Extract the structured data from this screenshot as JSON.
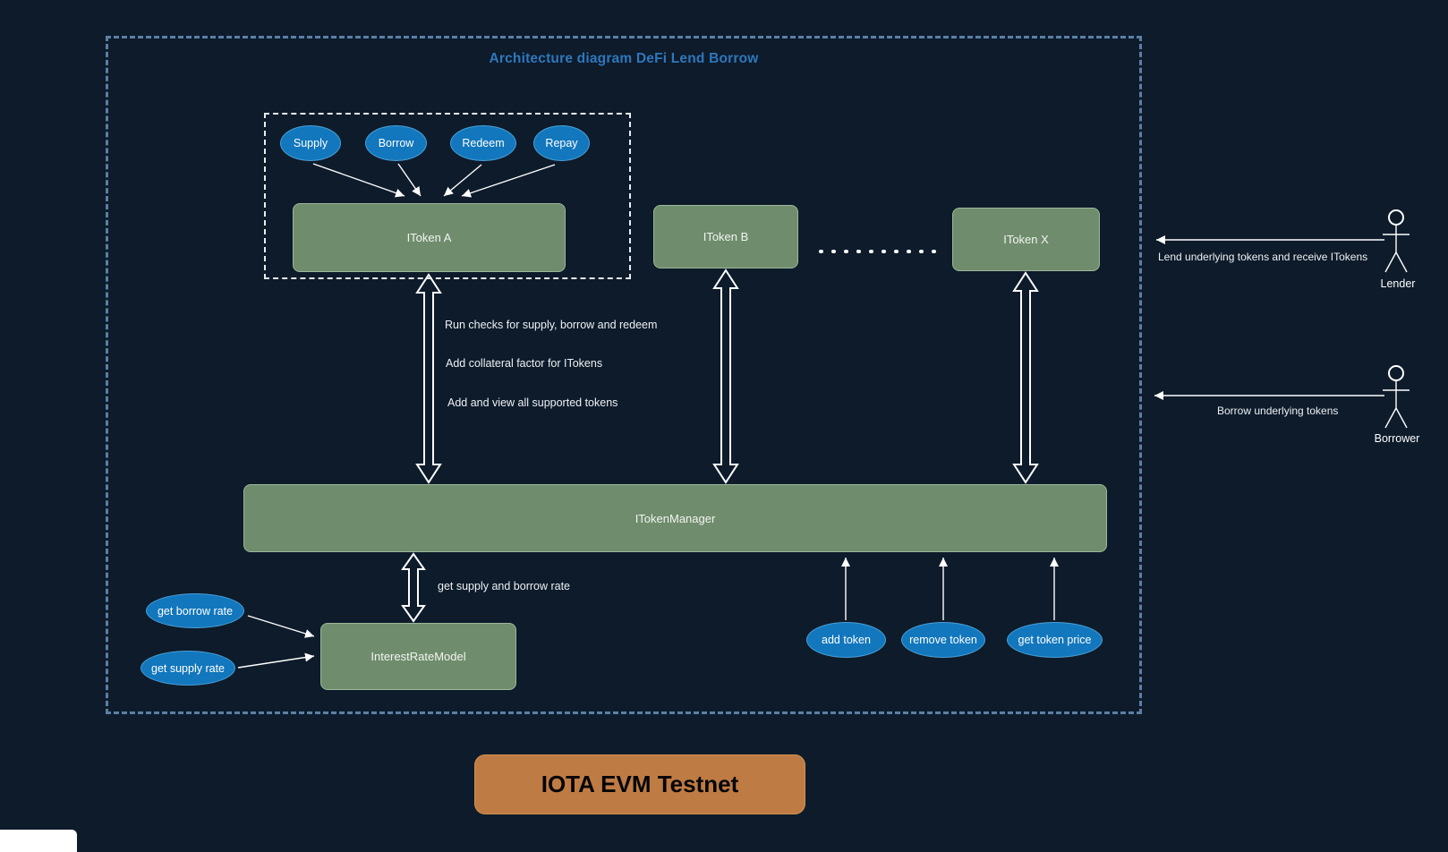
{
  "diagram": {
    "title": "Architecture diagram DeFi Lend Borrow",
    "platform_badge": "IOTA EVM Testnet",
    "itoken_group": {
      "use_cases": [
        {
          "label": "Supply"
        },
        {
          "label": "Borrow"
        },
        {
          "label": "Redeem"
        },
        {
          "label": "Repay"
        }
      ],
      "node": {
        "label": "IToken A"
      }
    },
    "nodes": {
      "itoken_b": {
        "label": "IToken B"
      },
      "itoken_x": {
        "label": "IToken X"
      },
      "itoken_manager": {
        "label": "ITokenManager"
      },
      "interest_rate_model": {
        "label": "InterestRateModel"
      }
    },
    "manager_annotations": [
      {
        "text": "Run checks for supply, borrow and redeem"
      },
      {
        "text": "Add collateral factor for ITokens"
      },
      {
        "text": "Add and view all supported tokens"
      }
    ],
    "rate_annotation": {
      "text": "get supply and borrow rate"
    },
    "interest_use_cases": [
      {
        "label": "get borrow rate"
      },
      {
        "label": "get supply rate"
      }
    ],
    "manager_use_cases": [
      {
        "label": "add token"
      },
      {
        "label": "remove token"
      },
      {
        "label": "get token price"
      }
    ],
    "actors": [
      {
        "name": "Lender",
        "message": "Lend underlying tokens and receive ITokens"
      },
      {
        "name": "Borrower",
        "message": "Borrow underlying tokens"
      }
    ],
    "colors": {
      "background": "#0d1b2b",
      "boundary_dash": "#5c7fa4",
      "title_text": "#2f77bb",
      "use_case_fill": "#1277bd",
      "use_case_border": "#4ba0d6",
      "component_fill": "#6f8d6c",
      "component_border": "#9cb79a",
      "platform_fill": "#bf7b44",
      "arrow": "#ffffff"
    }
  }
}
